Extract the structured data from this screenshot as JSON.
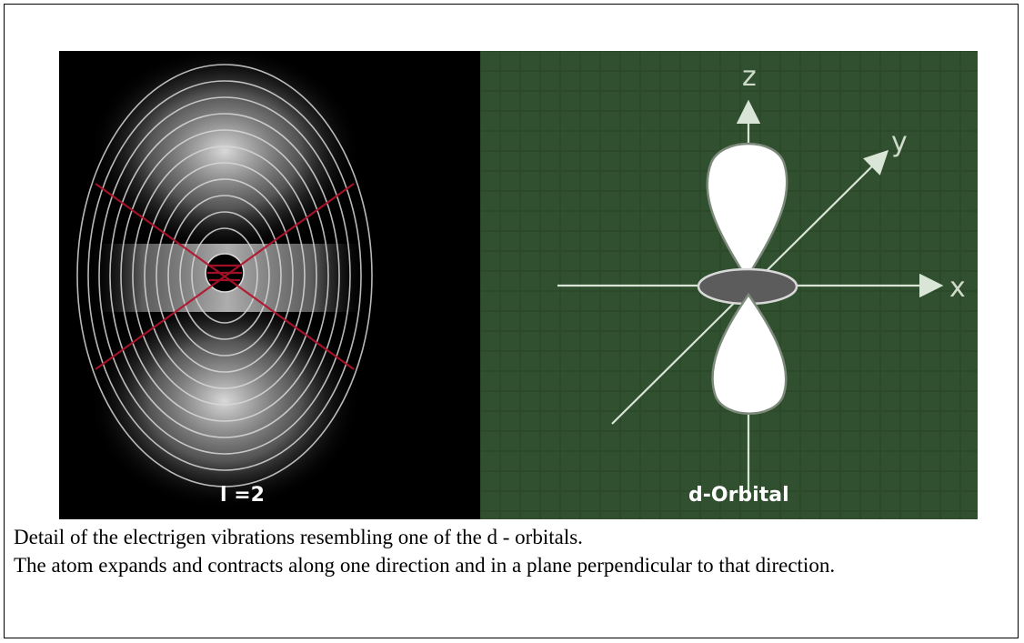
{
  "figure": {
    "left_panel": {
      "label": "l =2"
    },
    "right_panel": {
      "label": "d-Orbital",
      "axes": {
        "z": "z",
        "y": "y",
        "x": "x"
      }
    }
  },
  "caption": {
    "line1": "Detail of the electrigen vibrations resembling one of the d - orbitals.",
    "line2": "The atom expands and contracts along one direction and in a plane perpendicular to that direction."
  },
  "colors": {
    "left_bg": "#000000",
    "right_bg": "#2c4a2a",
    "nodal_lines": "#b3122b",
    "rings": "#d9d9d9"
  }
}
